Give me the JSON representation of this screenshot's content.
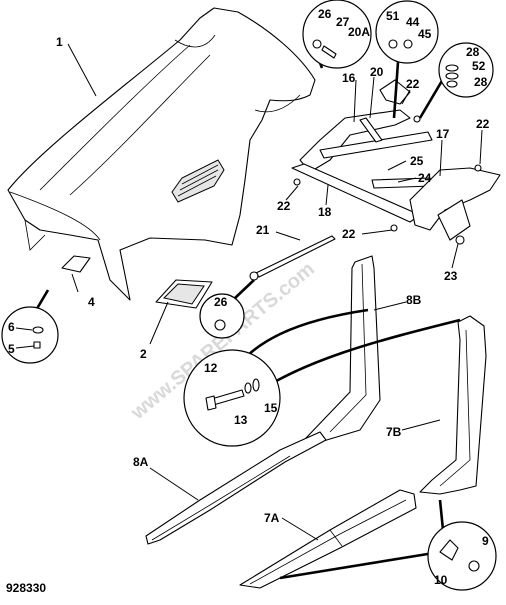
{
  "diagram": {
    "drawing_number": "928330",
    "watermark": "www.SPAREPARTS.com",
    "callouts": [
      {
        "id": "c1",
        "text": "1"
      },
      {
        "id": "c2",
        "text": "2"
      },
      {
        "id": "c4",
        "text": "4"
      },
      {
        "id": "c5",
        "text": "5"
      },
      {
        "id": "c6",
        "text": "6"
      },
      {
        "id": "c7A",
        "text": "7A"
      },
      {
        "id": "c7B",
        "text": "7B"
      },
      {
        "id": "c8A",
        "text": "8A"
      },
      {
        "id": "c8B",
        "text": "8B"
      },
      {
        "id": "c9",
        "text": "9"
      },
      {
        "id": "c10",
        "text": "10"
      },
      {
        "id": "c12",
        "text": "12"
      },
      {
        "id": "c13",
        "text": "13"
      },
      {
        "id": "c15",
        "text": "15"
      },
      {
        "id": "c16",
        "text": "16"
      },
      {
        "id": "c17",
        "text": "17"
      },
      {
        "id": "c18",
        "text": "18"
      },
      {
        "id": "c20",
        "text": "20"
      },
      {
        "id": "c20A",
        "text": "20A"
      },
      {
        "id": "c21",
        "text": "21"
      },
      {
        "id": "c22a",
        "text": "22"
      },
      {
        "id": "c22b",
        "text": "22"
      },
      {
        "id": "c22c",
        "text": "22"
      },
      {
        "id": "c22d",
        "text": "22"
      },
      {
        "id": "c23",
        "text": "23"
      },
      {
        "id": "c24",
        "text": "24"
      },
      {
        "id": "c25",
        "text": "25"
      },
      {
        "id": "c26a",
        "text": "26"
      },
      {
        "id": "c26b",
        "text": "26"
      },
      {
        "id": "c27",
        "text": "27"
      },
      {
        "id": "c28a",
        "text": "28"
      },
      {
        "id": "c28b",
        "text": "28"
      },
      {
        "id": "c44",
        "text": "44"
      },
      {
        "id": "c45",
        "text": "45"
      },
      {
        "id": "c51",
        "text": "51"
      },
      {
        "id": "c52",
        "text": "52"
      }
    ]
  }
}
